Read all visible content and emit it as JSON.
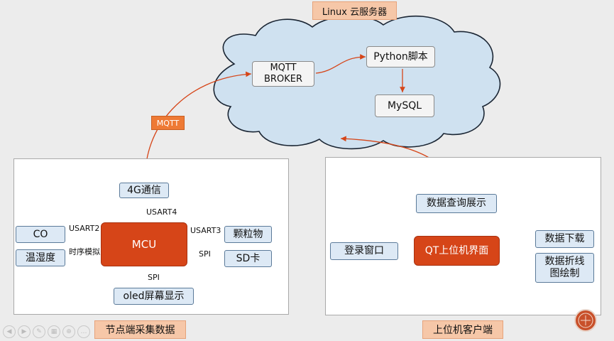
{
  "title": "Linux 云服务器",
  "cloud": {
    "broker": "MQTT\nBROKER",
    "python": "Python脚本",
    "mysql": "MySQL"
  },
  "mqtt_tag": "MQTT",
  "node_panel": {
    "caption": "节点端采集数据",
    "mcu": "MCU",
    "g4": "4G通信",
    "co": "CO",
    "humidity": "温湿度",
    "particles": "颗粒物",
    "sd": "SD卡",
    "oled": "oled屏幕显示",
    "edges": {
      "usart4": "USART4",
      "usart2": "USART2",
      "timing": "时序模拟",
      "usart3": "USART3",
      "spi_right": "SPI",
      "spi_bottom": "SPI"
    }
  },
  "client_panel": {
    "caption": "上位机客户端",
    "qt": "QT上位机界面",
    "query": "数据查询展示",
    "login": "登录窗口",
    "download": "数据下载",
    "chart": "数据折线\n图绘制"
  },
  "accent": {
    "orange": "#d64518",
    "blue_node": "#dde9f5",
    "cloud": "#cfe1f0",
    "caption_bg": "#f6c7a8"
  },
  "controls": [
    "prev-icon",
    "play-icon",
    "pen-icon",
    "slides-icon",
    "zoom-icon",
    "more-icon"
  ]
}
